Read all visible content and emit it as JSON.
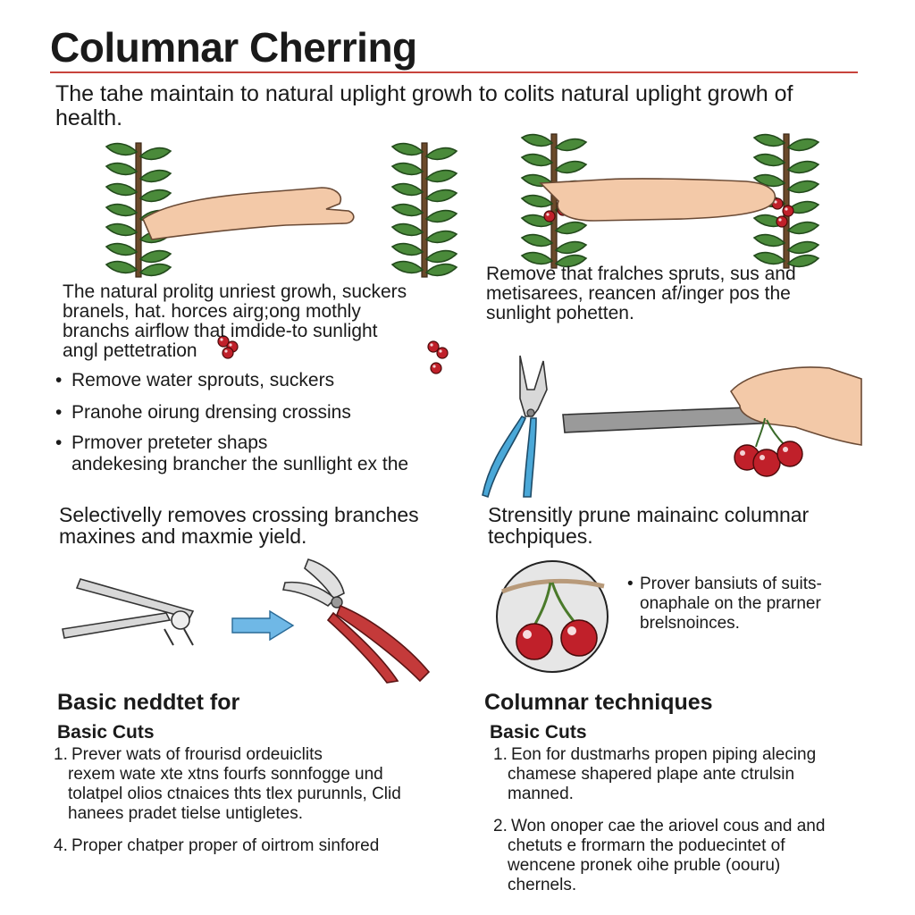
{
  "header": {
    "title": "Columnar Cherring",
    "intro": "The tahe maintain to natural uplight growh to colits natural uplight growh of health."
  },
  "left": {
    "paragraph": [
      "The natural prolitg unriest growh, suckers",
      "branels, hat. horces airg;ong mothly",
      "branchs airflow that imdide-to sunlight",
      "angl pettetration"
    ],
    "bullets": [
      {
        "marker": "•",
        "lines": [
          "Remove water sprouts, suckers"
        ]
      },
      {
        "marker": "•",
        "lines": [
          "Pranohe oirung drensing crossins"
        ]
      },
      {
        "marker": "•",
        "lines": [
          "Prmover preteter shaps",
          "andekesing brancher the sunllight ex the"
        ]
      }
    ],
    "lead": [
      "Selectivelly removes crossing branches",
      "maxines and maxmie yield."
    ],
    "heading": "Basic neddtet for",
    "subheading": "Basic Cuts",
    "steps": [
      {
        "num": "1.",
        "lines": [
          "Prever wats of frourisd ordeuiclits",
          "rexem wate xte xtns fourfs sonnfogge und",
          "tolatpel olios ctnaices thts tlex purunnls, Clid",
          "hanees pradet tielse untigletes."
        ]
      },
      {
        "num": "4.",
        "lines": [
          "Proper chatper proper of oirtrom sinfored"
        ]
      }
    ]
  },
  "right": {
    "paragraph": [
      "Remove that fralches spruts, sus and",
      "metisarees, reancen af/inger pos the",
      "sunlight pohetten."
    ],
    "lead": [
      "Strensitly prune mainainc columnar",
      "techpiques."
    ],
    "callout": {
      "marker": "•",
      "lines": [
        "Prover bansiuts of suits-",
        "onaphale on the prarner",
        "brelsnoinces."
      ]
    },
    "heading": "Columnar techniques",
    "subheading": "Basic Cuts",
    "steps": [
      {
        "num": "1.",
        "lines": [
          "Eon for dustmarhs propen piping alecing",
          "chamese shapered plape ante ctrulsin",
          "manned."
        ]
      },
      {
        "num": "2.",
        "lines": [
          "Won onoper cae the ariovel cous and and",
          "chetuts e frormarn the poduecintet of",
          "wencene pronek oihe pruble (oouru)",
          "chernels."
        ]
      }
    ]
  },
  "icons": {
    "cherry_tree": "cherry-tree-icon",
    "hand": "hand-icon",
    "pruning_shears": "pruning-shears-icon",
    "pruning_saw": "pruning-saw-icon",
    "arrow": "arrow-right-icon",
    "cherry_closeup": "cherry-closeup-icon"
  },
  "colors": {
    "accent_rule": "#c8433c",
    "leaf": "#4a8a3a",
    "cherry": "#c0202a",
    "shear_blue": "#4aa8d8",
    "shear_red": "#c43a3a",
    "arrow": "#6fb8e6",
    "skin": "#f3c9a8"
  }
}
